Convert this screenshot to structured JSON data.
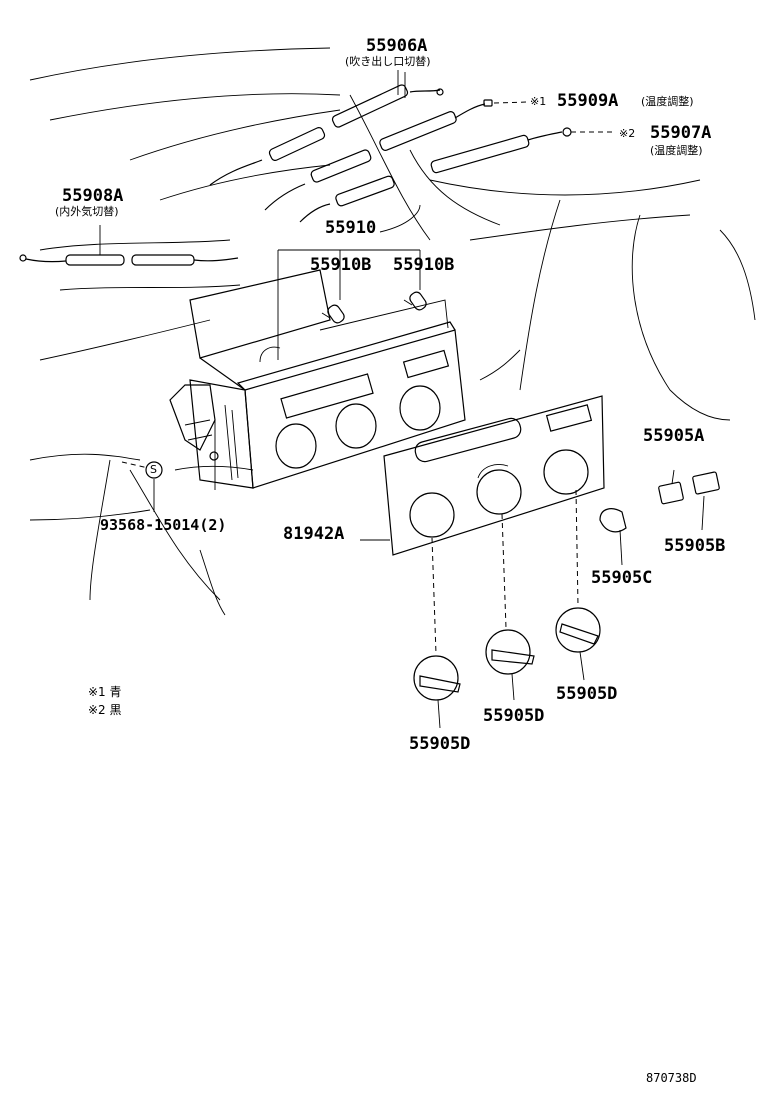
{
  "parts": {
    "p55906a": {
      "number": "55906A",
      "desc": "(吹き出し口切替)"
    },
    "p55909a": {
      "mark": "※1",
      "number": "55909A",
      "desc": "(温度調整)"
    },
    "p55907a": {
      "mark": "※2",
      "number": "55907A",
      "desc": "(温度調整)"
    },
    "p55908a": {
      "number": "55908A",
      "desc": "(内外気切替)"
    },
    "p55910": {
      "number": "55910"
    },
    "p55910b_left": {
      "number": "55910B"
    },
    "p55910b_right": {
      "number": "55910B"
    },
    "p93568": {
      "number": "93568-15014(2)",
      "symbol": "S"
    },
    "p81942a": {
      "number": "81942A"
    },
    "p55905a": {
      "number": "55905A"
    },
    "p55905b": {
      "number": "55905B"
    },
    "p55905c": {
      "number": "55905C"
    },
    "p55905d_right": {
      "number": "55905D"
    },
    "p55905d_mid": {
      "number": "55905D"
    },
    "p55905d_left": {
      "number": "55905D"
    }
  },
  "notes": [
    {
      "mark": "※1",
      "text": "青"
    },
    {
      "mark": "※2",
      "text": "黒"
    }
  ],
  "diagram_code": "870738D"
}
